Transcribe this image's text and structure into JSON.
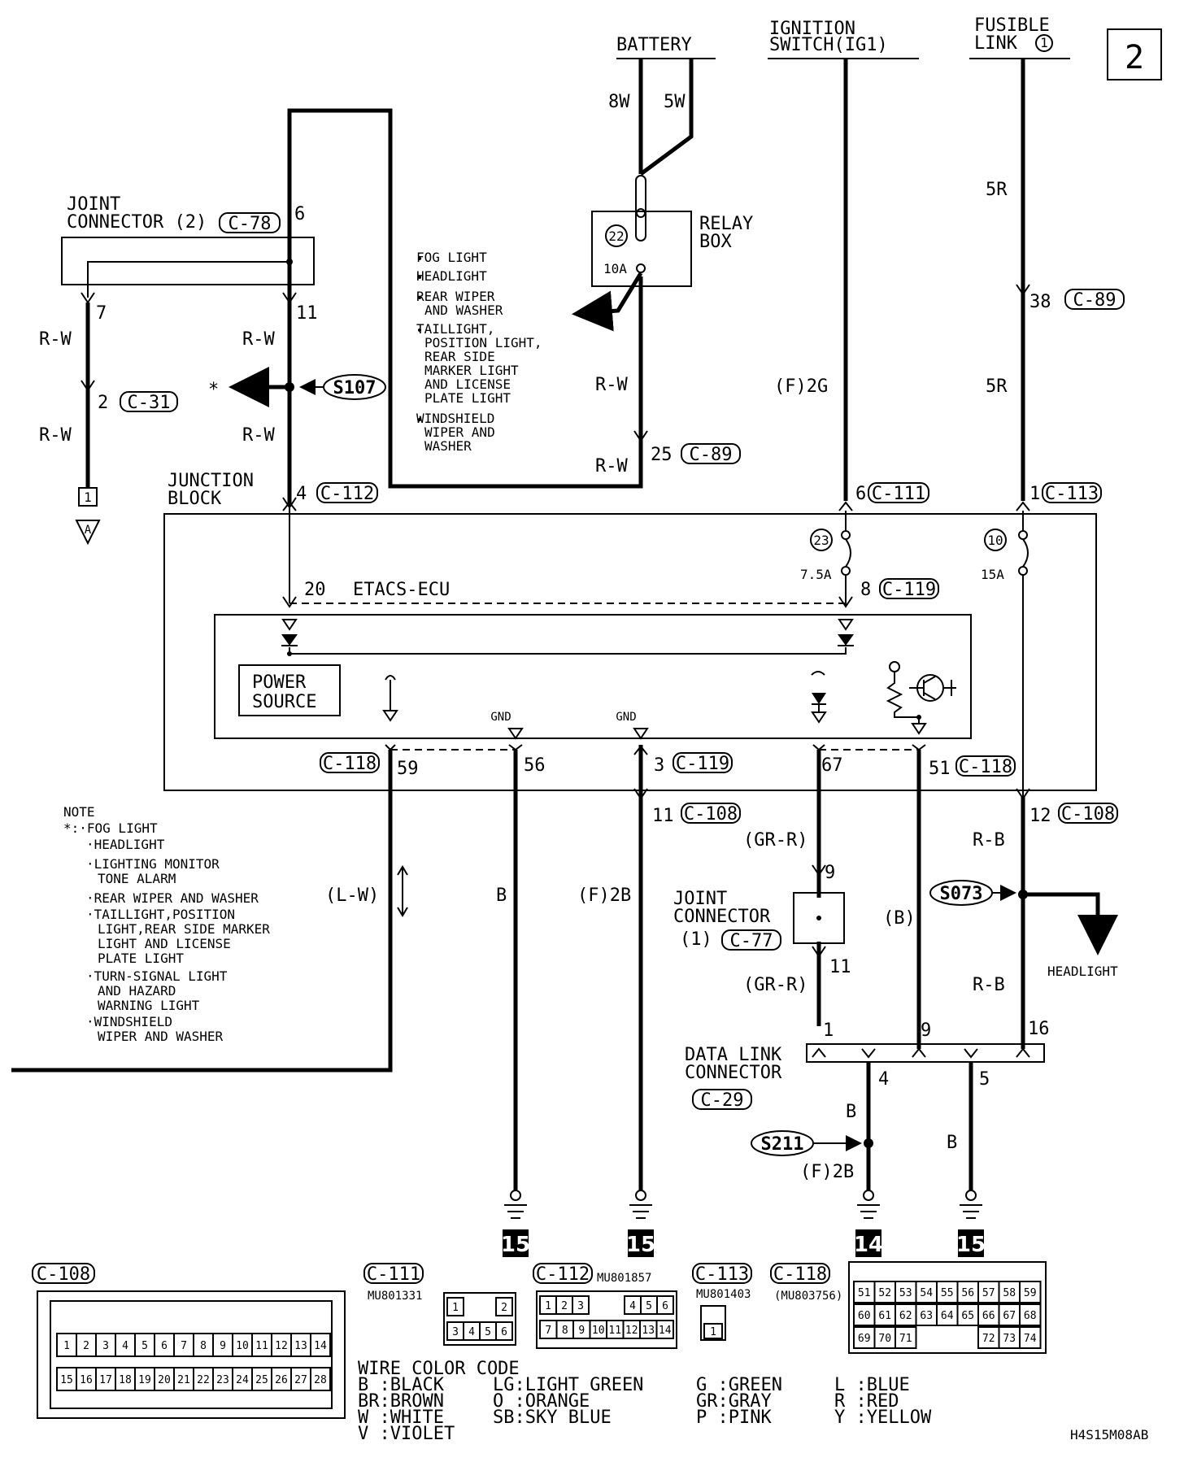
{
  "page_number": "2",
  "sources": {
    "battery": "BATTERY",
    "ignition_1": "IGNITION",
    "ignition_2": "SWITCH(IG1)",
    "fusible_1": "FUSIBLE",
    "fusible_2": "LINK",
    "fusible_num": "1"
  },
  "wires": {
    "w8w": "8W",
    "w5w": "5W",
    "w5r_top": "5R",
    "w5r_mid": "5R",
    "f2g": "(F)2G",
    "rw1": "R-W",
    "rw2": "R-W",
    "rw3": "R-W",
    "rw4": "R-W",
    "rw5": "R-W",
    "rw6": "R-W",
    "lw": "(L-W)",
    "b1": "B",
    "f2b_1": "(F)2B",
    "grr1": "(GR-R)",
    "grr2": "(GR-R)",
    "b_paren": "(B)",
    "rb1": "R-B",
    "rb2": "R-B",
    "b2": "B",
    "f2b_2": "(F)2B",
    "b3": "B"
  },
  "joint_connector_2": {
    "line1": "JOINT",
    "line2": "CONNECTOR (2)",
    "conn": "C-78",
    "pin6": "6",
    "pin7": "7",
    "pin11": "11"
  },
  "relay_box": {
    "line1": "RELAY",
    "line2": "BOX",
    "fuse": "22",
    "amp": "10A"
  },
  "relay_list": [
    "FOG LIGHT",
    "HEADLIGHT",
    "REAR WIPER",
    "AND WASHER",
    "TAILLIGHT,",
    "POSITION LIGHT,",
    "REAR SIDE",
    "MARKER LIGHT",
    "AND LICENSE",
    "PLATE LIGHT",
    "WINDSHIELD",
    "WIPER AND",
    "WASHER"
  ],
  "splices": {
    "s107": "S107",
    "s073": "S073",
    "s211": "S211"
  },
  "star": "*",
  "c31": {
    "pin": "2",
    "conn": "C-31"
  },
  "ref_a": {
    "num": "1",
    "letter": "A"
  },
  "c89": {
    "pin25": "25",
    "pin38": "38",
    "conn": "C-89"
  },
  "junction_block": {
    "line1": "JUNCTION",
    "line2": "BLOCK",
    "pin4": "4",
    "conn112": "C-112"
  },
  "c111": {
    "pin": "6",
    "conn": "C-111"
  },
  "c113": {
    "pin": "1",
    "conn": "C-113"
  },
  "fuse23": {
    "num": "23",
    "amp": "7.5A"
  },
  "fuse10": {
    "num": "10",
    "amp": "15A"
  },
  "etacs": {
    "pin20": "20",
    "name": "ETACS-ECU",
    "pin8": "8",
    "conn119": "C-119",
    "power1": "POWER",
    "power2": "SOURCE",
    "gnd1": "GND",
    "gnd2": "GND"
  },
  "bottom_pins": {
    "c118": "C-118",
    "p59": "59",
    "p56": "56",
    "p3": "3",
    "c119": "C-119",
    "p67": "67",
    "p51": "51",
    "c118b": "C-118"
  },
  "c108_pins": {
    "p11": "11",
    "p12": "12",
    "conn": "C-108"
  },
  "note": {
    "title": "NOTE",
    "lines": [
      "*:·FOG LIGHT",
      "·HEADLIGHT",
      "·LIGHTING MONITOR",
      "TONE ALARM",
      "·REAR WIPER AND WASHER",
      "·TAILLIGHT,POSITION",
      "LIGHT,REAR SIDE MARKER",
      "LIGHT AND LICENSE",
      "PLATE LIGHT",
      "·TURN-SIGNAL LIGHT",
      "AND HAZARD",
      "WARNING LIGHT",
      "·WINDSHIELD",
      "WIPER AND WASHER"
    ]
  },
  "joint_connector_1": {
    "line1": "JOINT",
    "line2": "CONNECTOR",
    "line3": "(1)",
    "conn": "C-77",
    "pin9": "9",
    "pin11": "11"
  },
  "headlight": "HEADLIGHT",
  "data_link": {
    "line1": "DATA LINK",
    "line2": "CONNECTOR",
    "conn": "C-29",
    "p1": "1",
    "p9": "9",
    "p16": "16",
    "p4": "4",
    "p5": "5"
  },
  "grounds": [
    "15",
    "15",
    "14",
    "15"
  ],
  "connectors": {
    "c108": {
      "name": "C-108",
      "row1": [
        "1",
        "2",
        "3",
        "4",
        "5",
        "6",
        "7",
        "8",
        "9",
        "10",
        "11",
        "12",
        "13",
        "14"
      ],
      "row2": [
        "15",
        "16",
        "17",
        "18",
        "19",
        "20",
        "21",
        "22",
        "23",
        "24",
        "25",
        "26",
        "27",
        "28"
      ]
    },
    "c111": {
      "name": "C-111",
      "part": "MU801331",
      "top": [
        "1",
        "2"
      ],
      "bottom": [
        "3",
        "4",
        "5",
        "6"
      ]
    },
    "c112": {
      "name": "C-112",
      "part": "MU801857",
      "top": [
        "1",
        "2",
        "3",
        "4",
        "5",
        "6"
      ],
      "bottom": [
        "7",
        "8",
        "9",
        "10",
        "11",
        "12",
        "13",
        "14"
      ]
    },
    "c113": {
      "name": "C-113",
      "part": "MU801403",
      "pin": "1"
    },
    "c118": {
      "name": "C-118",
      "part": "(MU803756)",
      "row1": [
        "51",
        "52",
        "53",
        "54",
        "55",
        "56",
        "57",
        "58",
        "59"
      ],
      "row2": [
        "60",
        "61",
        "62",
        "63",
        "64",
        "65",
        "66",
        "67",
        "68"
      ],
      "row3a": [
        "69",
        "70",
        "71"
      ],
      "row3b": [
        "72",
        "73",
        "74"
      ]
    }
  },
  "color_code": {
    "title": "WIRE COLOR CODE",
    "col1": [
      "B :BLACK",
      "BR:BROWN",
      "W :WHITE",
      "V :VIOLET"
    ],
    "col2": [
      "LG:LIGHT GREEN",
      "O :ORANGE",
      "SB:SKY BLUE"
    ],
    "col3": [
      "G :GREEN",
      "GR:GRAY",
      "P :PINK"
    ],
    "col4": [
      "L :BLUE",
      "R :RED",
      "Y :YELLOW"
    ]
  },
  "doc_code": "H4S15M08AB"
}
